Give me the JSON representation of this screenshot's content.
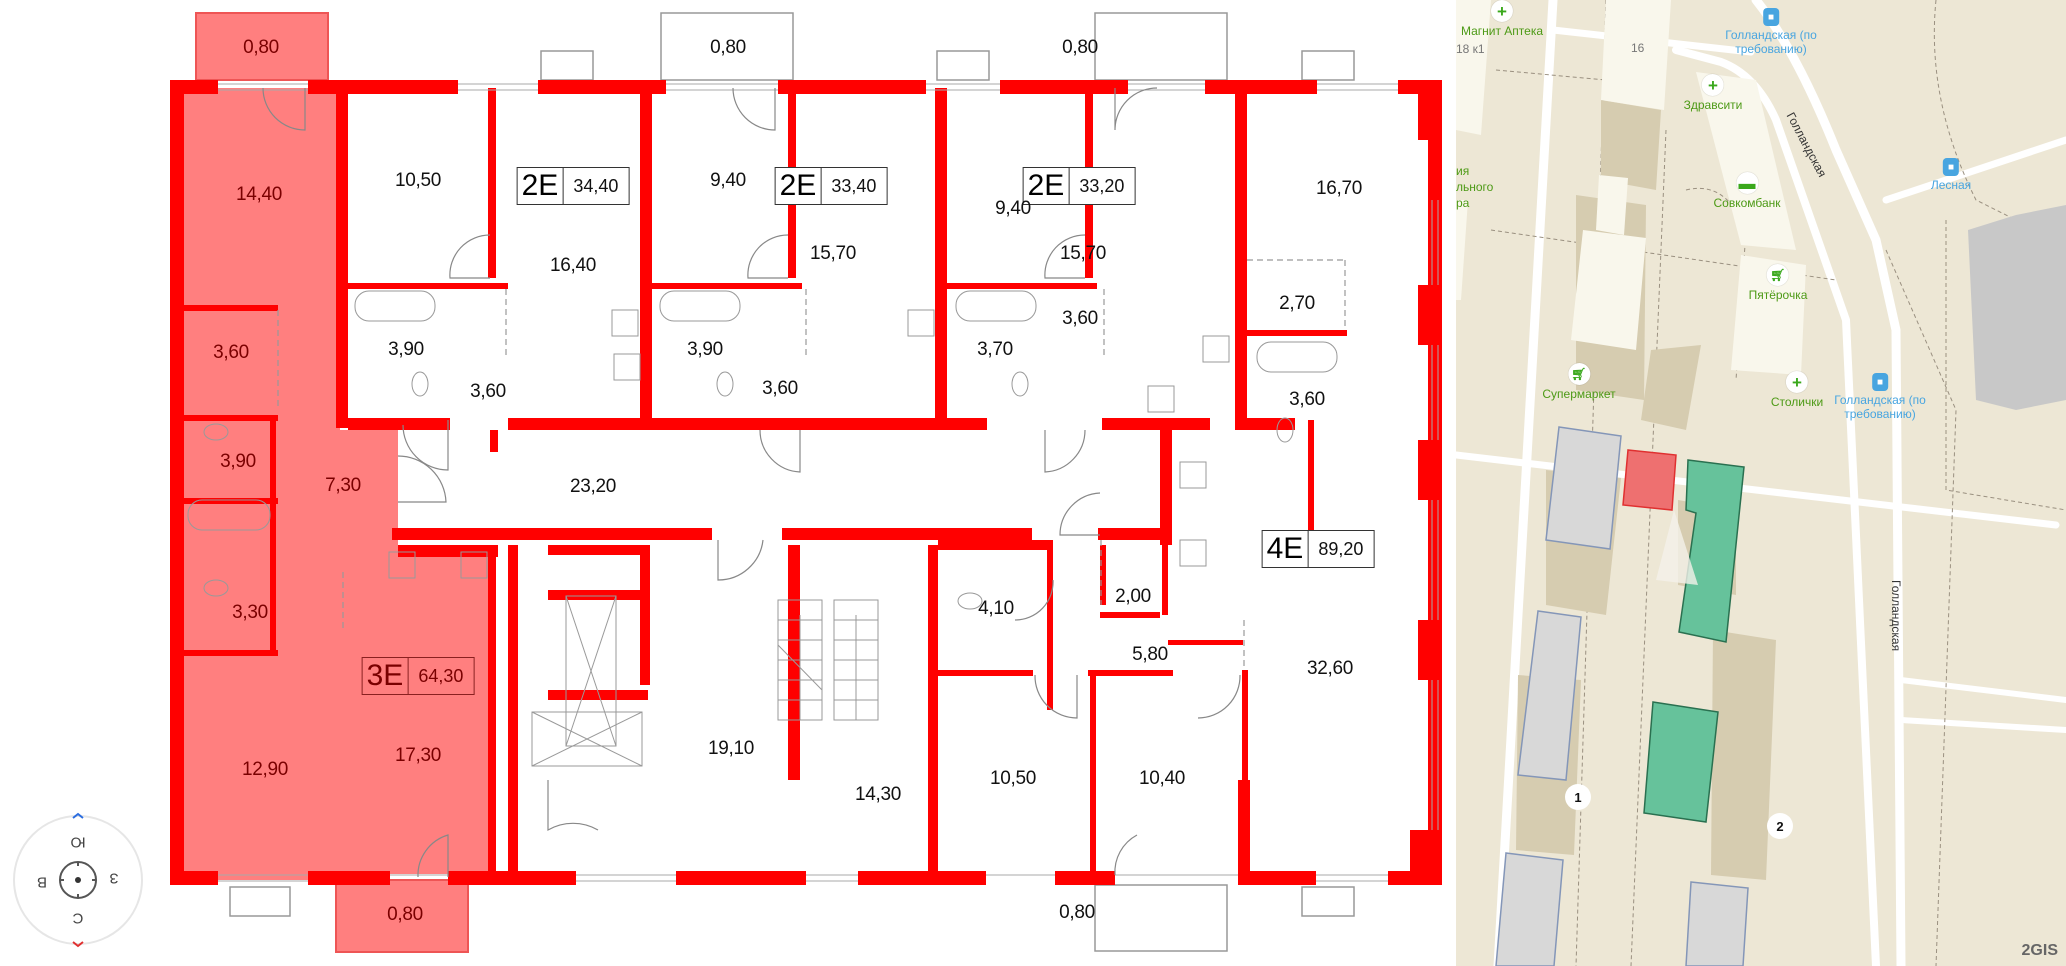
{
  "floor_plan": {
    "apartments": [
      {
        "code": "2Е",
        "area": "34,40",
        "selected": false
      },
      {
        "code": "2Е",
        "area": "33,40",
        "selected": false
      },
      {
        "code": "2Е",
        "area": "33,20",
        "selected": false
      },
      {
        "code": "3Е",
        "area": "64,30",
        "selected": true
      },
      {
        "code": "4Е",
        "area": "89,20",
        "selected": false
      }
    ],
    "rooms": {
      "r3e_balcony_top": "0,80",
      "r3e_room_top": "14,40",
      "r3e_wardrobe": "3,60",
      "r3e_bath1": "3,90",
      "r3e_hall": "7,30",
      "r3e_bath2": "3,30",
      "r3e_room_bottom": "12,90",
      "r3e_kitchen": "17,30",
      "r3e_balcony_bottom": "0,80",
      "a1_room": "10,50",
      "a1_kitchen": "16,40",
      "a1_bath": "3,90",
      "a1_hall": "3,60",
      "a2_balcony": "0,80",
      "a2_room": "9,40",
      "a2_kitchen": "15,70",
      "a2_bath": "3,90",
      "a2_hall": "3,60",
      "a3_room": "9,40",
      "a3_kitchen": "15,70",
      "a3_bath": "3,70",
      "a3_hall": "3,60",
      "a3_balcony": "0,80",
      "a4e_room_top": "16,70",
      "a4e_wardrobe": "2,70",
      "a4e_bath": "3,60",
      "corridor": "23,20",
      "lobby": "19,10",
      "stair": "14,30",
      "a4e_bath2": "4,10",
      "a4e_wardrobe2": "2,00",
      "a4e_hall": "5,80",
      "a4e_room1": "10,50",
      "a4e_room2": "10,40",
      "a4e_living": "32,60",
      "a4e_balcony": "0,80"
    },
    "compass": {
      "top": "Ю",
      "bottom": "С",
      "left": "В",
      "right": "З"
    },
    "colors": {
      "wall": "#ff0000",
      "selected_fill": "#ff7f7f",
      "selected_text": "#7a0000"
    }
  },
  "map": {
    "pois": [
      {
        "name": "Магнит Аптека",
        "type": "pharmacy"
      },
      {
        "name": "Здравсити",
        "type": "pharmacy"
      },
      {
        "name": "Совкомбанк",
        "type": "bank"
      },
      {
        "name": "Пятёрочка",
        "type": "grocery"
      },
      {
        "name": "Супермаркет",
        "type": "grocery"
      },
      {
        "name": "Столички",
        "type": "pharmacy"
      }
    ],
    "stops": [
      {
        "line1": "Голландская (по",
        "line2": "требованию)"
      },
      {
        "line1": "Лесная",
        "line2": ""
      },
      {
        "line1": "Голландская (по",
        "line2": "требованию)"
      }
    ],
    "streets": [
      "Голландская",
      "Голландская"
    ],
    "house_numbers": [
      "18 к1",
      "16"
    ],
    "partial_poi_lines": [
      "ия",
      "льного",
      "ра"
    ],
    "building_markers": [
      "1",
      "2"
    ],
    "logo": "2GIS",
    "colors": {
      "background": "#ede7d5",
      "selected_building": "#ee7070",
      "available_building": "#66c29b",
      "other_building": "#d8d8d8"
    }
  }
}
